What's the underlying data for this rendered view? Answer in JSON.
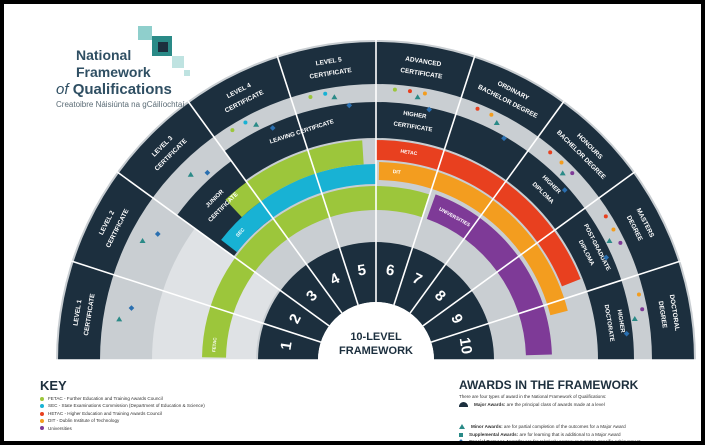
{
  "logo": {
    "line1": "National",
    "line2": "Framework",
    "of": "of",
    "line3": "Qualifications",
    "irish": "Creatoibre Náisiúnta na gCáilíochtaí"
  },
  "center": {
    "line1": "10-LEVEL",
    "line2": "FRAMEWORK"
  },
  "levels": [
    "1",
    "2",
    "3",
    "4",
    "5",
    "6",
    "7",
    "8",
    "9",
    "10"
  ],
  "awards_outer": [
    [
      "LEVEL 1",
      "CERTIFICATE"
    ],
    [
      "LEVEL 2",
      "CERTIFICATE"
    ],
    [
      "LEVEL 3",
      "CERTIFICATE"
    ],
    [
      "LEVEL 4",
      "CERTIFICATE"
    ],
    [
      "LEVEL 5",
      "CERTIFICATE"
    ],
    [
      "ADVANCED",
      "CERTIFICATE"
    ],
    [
      "ORDINARY",
      "BACHELOR DEGREE"
    ],
    [
      "HONOURS",
      "BACHELOR DEGREE"
    ],
    [
      "MASTERS",
      "DEGREE"
    ],
    [
      "DOCTORAL",
      "DEGREE"
    ]
  ],
  "awards_inner": [
    {
      "lines": [
        "JUNIOR",
        "CERTIFICATE"
      ]
    },
    {
      "lines": [
        "LEAVING CERTIFICATE"
      ]
    },
    {
      "lines": [
        "HIGHER",
        "CERTIFICATE"
      ]
    },
    {
      "lines": [
        "HIGHER",
        "DIPLOMA"
      ]
    },
    {
      "lines": [
        "POST-GRADUATE",
        "DIPLOMA"
      ]
    },
    {
      "lines": [
        "HIGHER",
        "DOCTORATE"
      ]
    }
  ],
  "band_labels": {
    "fetac": "FETAC",
    "sec": "SEC",
    "hetac": "HETAC",
    "dit": "DIT",
    "universities": "UNIVERSITIES"
  },
  "key": {
    "title": "KEY",
    "items": [
      {
        "text": "FETAC - Further Education and Training Awards Council",
        "color": "#9cc63b"
      },
      {
        "text": "SEC - State Examinations Commission (Department of Education & Science)",
        "color": "#18b2d4"
      },
      {
        "text": "HETAC - Higher Education and Training Awards Council",
        "color": "#e8401f"
      },
      {
        "text": "DIT - Dublin Institute of Technology",
        "color": "#f39d1f"
      },
      {
        "text": "Universities",
        "color": "#7e3a97"
      }
    ]
  },
  "awards": {
    "title": "AWARDS IN THE FRAMEWORK",
    "intro": "There are four types of award in the National Framework of Qualifications:",
    "items": [
      {
        "bold": "Major Awards:",
        "text": " are the principal class of awards made at a level",
        "symbol": "major"
      },
      {
        "bold": "Minor Awards:",
        "text": " are for partial completion of the outcomes for a Major Award",
        "symbol": "minor"
      },
      {
        "bold": "Supplemental Awards:",
        "text": " are for learning that is additional to a Major Award",
        "symbol": "supplemental"
      },
      {
        "bold": "Special Purpose Awards:",
        "text": " are for relatively narrow or purpose-specific achievement",
        "symbol": "special"
      }
    ]
  },
  "colors": {
    "navy": "#1c2f3e",
    "fetac": "#9cc63b",
    "sec": "#18b2d4",
    "hetac": "#e8401f",
    "dit": "#f39d1f",
    "universities": "#7e3a97",
    "teal": "#2a8a87"
  }
}
